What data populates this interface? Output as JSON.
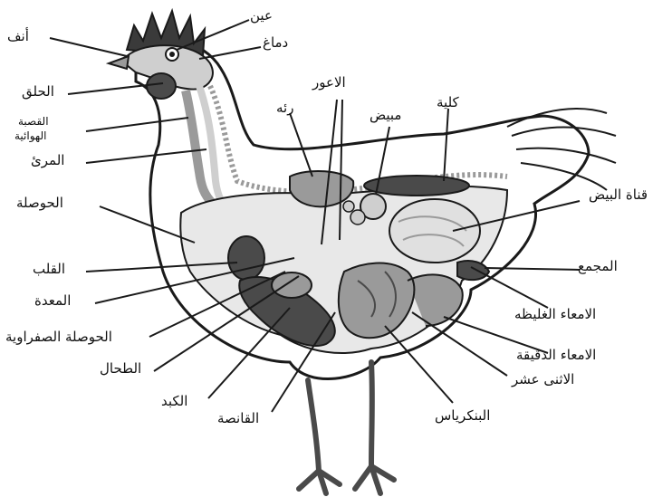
{
  "labels": {
    "nose": "أنف",
    "eye": "عين",
    "brain": "دماغ",
    "pharynx": "الحلق",
    "trachea_line1": "القصبة",
    "trachea_line2": "الهوائية",
    "esophagus": "المرئ",
    "crop": "الحوصلة",
    "lung": "رئه",
    "ceca": "الاعور",
    "ovary": "مبيض",
    "kidney": "كلية",
    "oviduct": "قناة البيض",
    "heart": "القلب",
    "stomach": "المعدة",
    "gallbladder": "الحوصلة الصفراوية",
    "spleen": "الطحال",
    "liver": "الكبد",
    "gizzard": "القانصة",
    "cloaca": "المجمع",
    "large_intestine": "الامعاء الغليظه",
    "small_intestine": "الامعاء الدقيقة",
    "duodenum": "الاثنى عشر",
    "pancreas": "البنكرياس"
  },
  "colors": {
    "outline": "#1a1a1a",
    "body_fill": "#ffffff",
    "cavity_fill": "#e8e8e8",
    "organ_light": "#cfcfcf",
    "organ_mid": "#9a9a9a",
    "organ_dark": "#4a4a4a",
    "comb": "#3a3a3a"
  }
}
